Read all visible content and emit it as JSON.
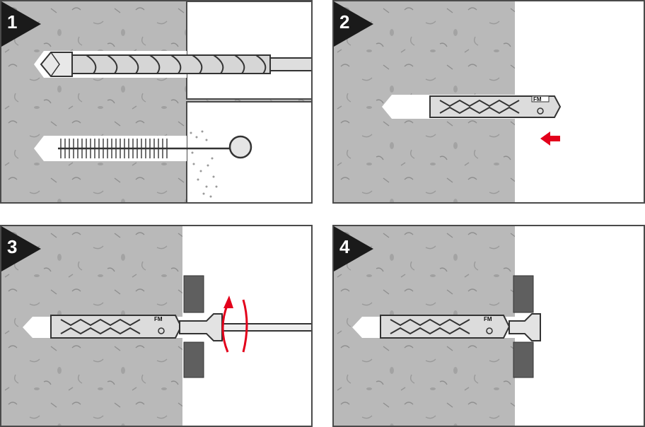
{
  "steps": [
    {
      "number": "1",
      "description": "drill hole and clean dust"
    },
    {
      "number": "2",
      "description": "insert anchor"
    },
    {
      "number": "3",
      "description": "drive screw"
    },
    {
      "number": "4",
      "description": "fixed"
    }
  ],
  "anchor_brand": "FM",
  "colors": {
    "concrete": "#b9b9b9",
    "wall_white": "#ffffff",
    "badge": "#1a1a1a",
    "arrow_red": "#e3001b",
    "washer": "#5f5f5f",
    "outline": "#3c3c3c"
  }
}
